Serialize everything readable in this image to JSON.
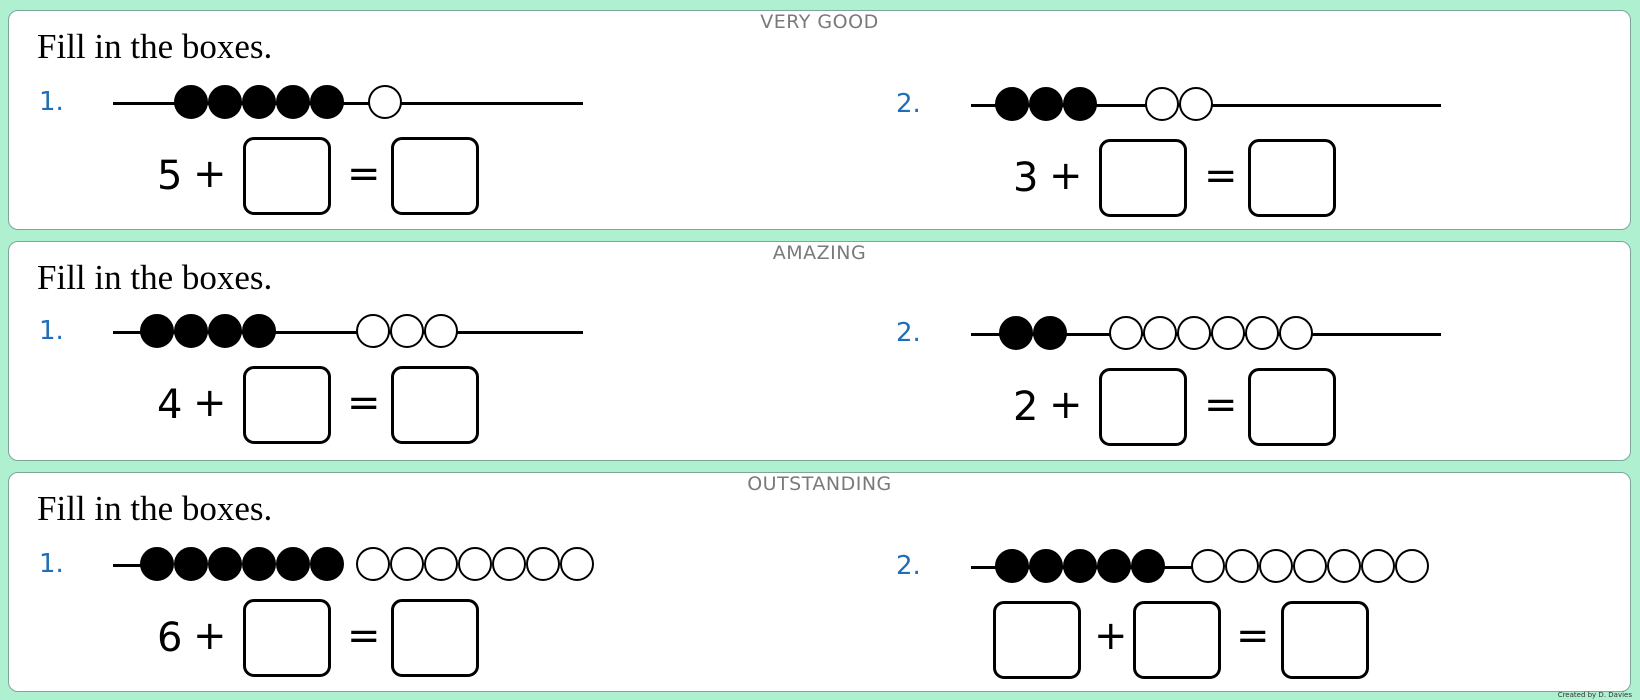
{
  "sections": [
    {
      "level": "VERY GOOD",
      "instruction": "Fill in the boxes.",
      "questions": [
        {
          "number": "1.",
          "filled": 5,
          "empty": 1,
          "given": "5",
          "plus": "+",
          "equals": "=",
          "blank_first": false
        },
        {
          "number": "2.",
          "filled": 3,
          "empty": 2,
          "given": "3",
          "plus": "+",
          "equals": "=",
          "blank_first": false
        }
      ]
    },
    {
      "level": "AMAZING",
      "instruction": "Fill in the boxes.",
      "questions": [
        {
          "number": "1.",
          "filled": 4,
          "empty": 3,
          "given": "4",
          "plus": "+",
          "equals": "=",
          "blank_first": false
        },
        {
          "number": "2.",
          "filled": 2,
          "empty": 6,
          "given": "2",
          "plus": "+",
          "equals": "=",
          "blank_first": false
        }
      ]
    },
    {
      "level": "OUTSTANDING",
      "instruction": "Fill in the boxes.",
      "questions": [
        {
          "number": "1.",
          "filled": 6,
          "empty": 7,
          "given": "6",
          "plus": "+",
          "equals": "=",
          "blank_first": false
        },
        {
          "number": "2.",
          "filled": 5,
          "empty": 7,
          "given": "",
          "plus": "+",
          "equals": "=",
          "blank_first": true
        }
      ]
    }
  ],
  "credit": "Created by D. Davies",
  "colors": {
    "background": "#aef0d0",
    "question_number": "#1f6fb8",
    "level_label": "#7a7a7a",
    "bead": "#000000"
  }
}
